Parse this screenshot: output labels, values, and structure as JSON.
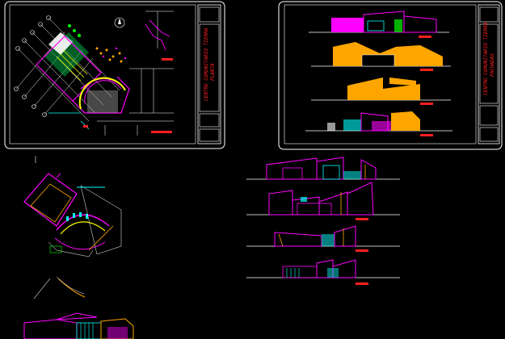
{
  "sheet_left": {
    "title_block_text": "CENTRO COMUNITARIO TIERRA",
    "title_block_sub": "PLANTA"
  },
  "sheet_right": {
    "title_block_text": "CENTRO COMUNITARIO TIERRA",
    "title_block_sub": "FACHADAS"
  },
  "colors": {
    "background": "#000000",
    "sheet_border": "#ffffff",
    "magenta": "#ff00ff",
    "cyan": "#00ffff",
    "yellow": "#ffff00",
    "orange": "#ffa500",
    "red": "#ff2020",
    "green": "#00ff00"
  }
}
